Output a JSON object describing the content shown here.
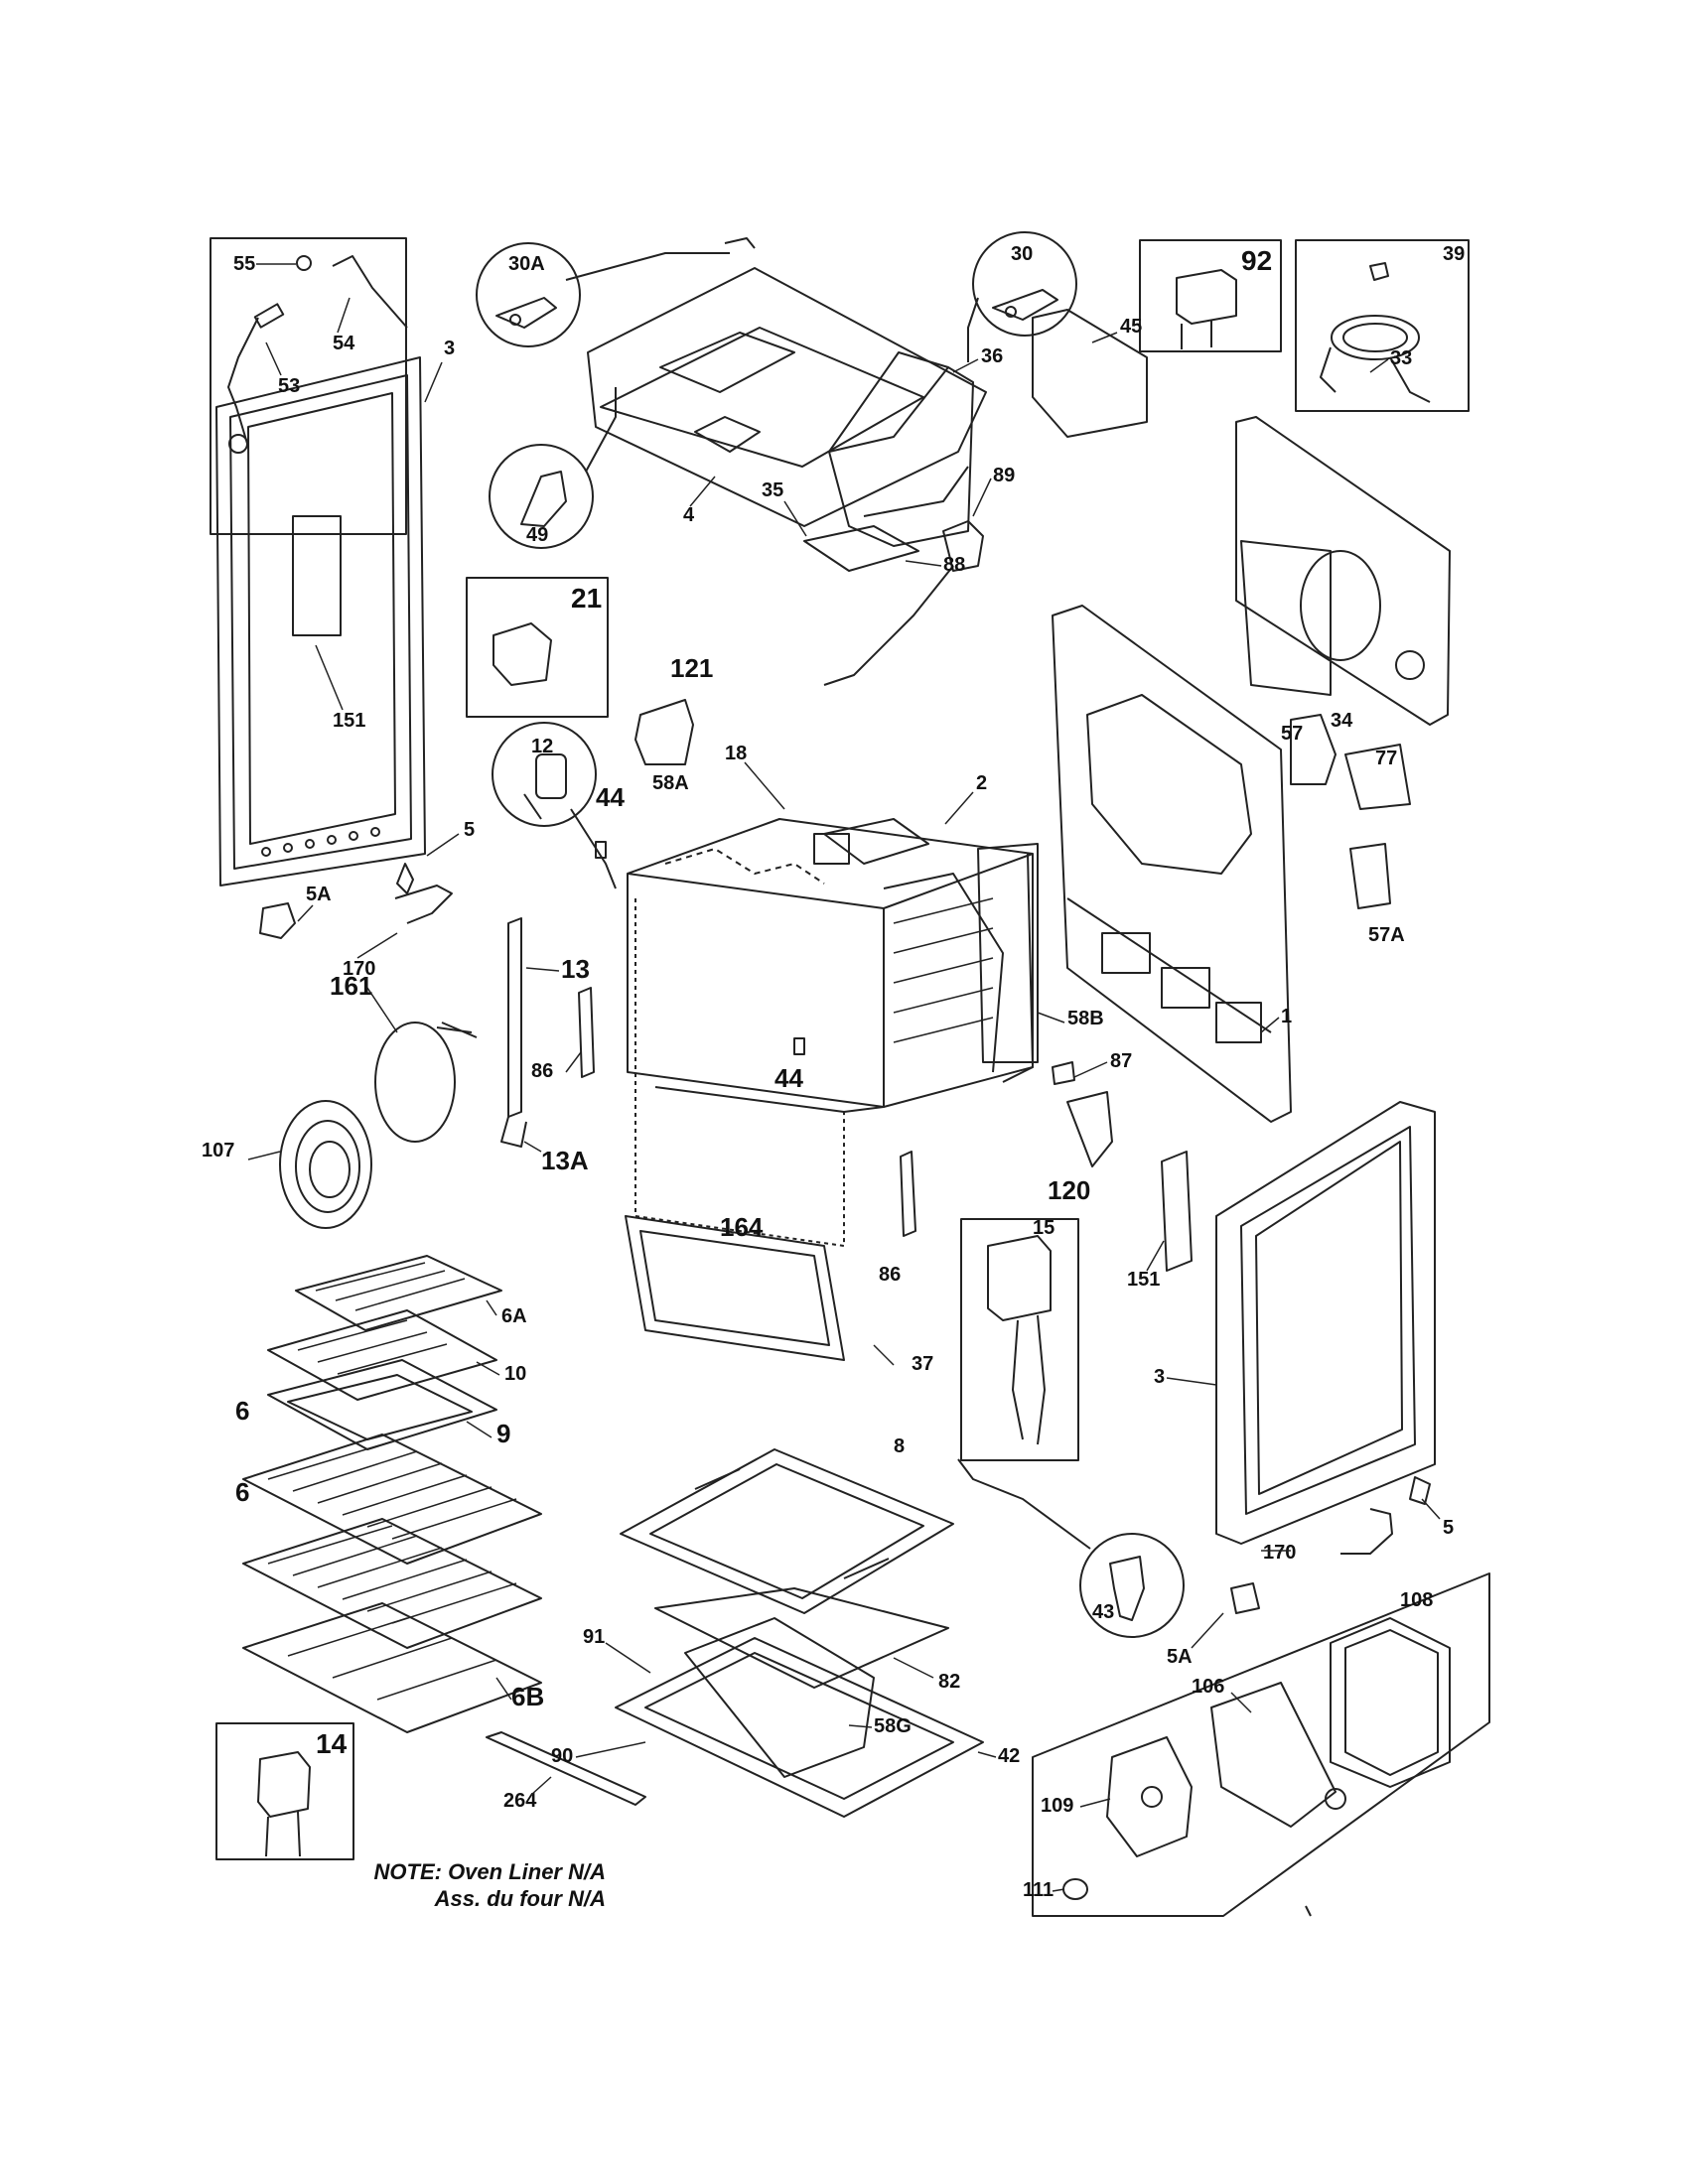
{
  "colors": {
    "line": "#222222",
    "fill": "#ffffff",
    "shade": "#e9e9e9"
  },
  "note": {
    "line1": "NOTE: Oven Liner N/A",
    "line2": "Ass. du four N/A"
  },
  "callouts": {
    "c30a": "30A",
    "c30": "30",
    "c49": "49",
    "c12": "12",
    "c43": "43"
  },
  "boxes": {
    "b21": "21",
    "b92": "92",
    "b39": "39",
    "b14": "14"
  },
  "parts": {
    "p55": "55",
    "p54": "54",
    "p53": "53",
    "p3a": "3",
    "p151a": "151",
    "p5a": "5",
    "p5Aa": "5A",
    "p170a": "170",
    "p4": "4",
    "p36": "36",
    "p45": "45",
    "p33": "33",
    "p35": "35",
    "p89": "89",
    "p88": "88",
    "p121": "121",
    "p18": "18",
    "p2": "2",
    "p58A": "58A",
    "p44a": "44",
    "p57": "57",
    "p77": "77",
    "p34": "34",
    "p57A": "57A",
    "p1": "1",
    "p87": "87",
    "p13": "13",
    "p13A": "13A",
    "p161": "161",
    "p86a": "86",
    "p44b": "44",
    "p58B": "58B",
    "p107": "107",
    "p120": "120",
    "p164": "164",
    "p15": "15",
    "p151b": "151",
    "p86b": "86",
    "p6A": "6A",
    "p10": "10",
    "p9": "9",
    "p6a": "6",
    "p6b": "6",
    "p37": "37",
    "p3b": "3",
    "p8": "8",
    "p5b": "5",
    "p170b": "170",
    "p5Ab": "5A",
    "p108": "108",
    "p91": "91",
    "p82": "82",
    "p106": "106",
    "p6B": "6B",
    "p58G": "58G",
    "p90": "90",
    "p42": "42",
    "p264": "264",
    "p109": "109",
    "p111": "111"
  }
}
